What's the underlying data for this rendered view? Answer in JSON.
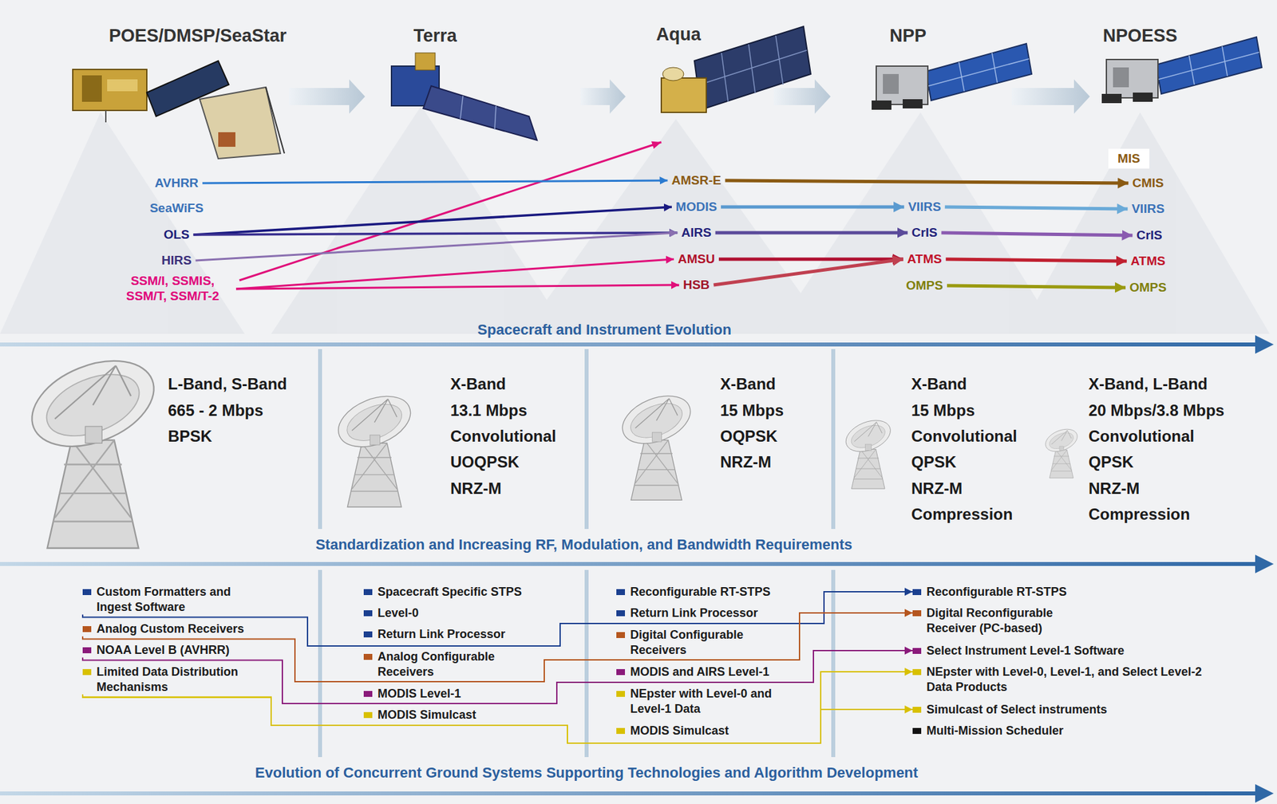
{
  "diagram": {
    "nodes": [
      {
        "text": [
          "AVHRR"
        ]
      },
      {
        "text": [
          "SeaWiFS"
        ]
      },
      {
        "text": [
          "OLS"
        ]
      },
      {
        "text": [
          "HIRS"
        ]
      },
      {
        "text": [
          "SSM/I, SSMIS, SSM/T, SSM/T-2"
        ]
      },
      {
        "text": [
          "AMSR-E"
        ]
      },
      {
        "text": [
          "MODIS"
        ]
      },
      {
        "text": [
          "AIRS"
        ]
      },
      {
        "text": [
          "AMSU"
        ]
      },
      {
        "text": [
          "HSB"
        ]
      },
      {
        "text": [
          "VIIRS"
        ]
      },
      {
        "text": [
          "CrIS"
        ]
      },
      {
        "text": [
          "ATMS"
        ]
      },
      {
        "text": [
          "OMPS"
        ]
      },
      {
        "text": [
          "MIS"
        ]
      },
      {
        "text": [
          "CMIS"
        ]
      },
      {
        "text": [
          "VIIRS"
        ]
      },
      {
        "text": [
          "CrIS"
        ]
      },
      {
        "text": [
          "ATMS"
        ]
      },
      {
        "text": [
          "OMPS"
        ]
      },
      {
        "text": [
          "Custom Formatters and Ingest Software"
        ]
      },
      {
        "text": [
          "Analog Custom Receivers"
        ]
      },
      {
        "text": [
          "NOAA Level B (AVHRR)"
        ]
      },
      {
        "text": [
          "Limited Data Distribution Mechanisms"
        ]
      },
      {
        "text": [
          "Spacecraft Specific STPS"
        ]
      },
      {
        "text": [
          "Level-0"
        ]
      },
      {
        "text": [
          "Return Link Processor"
        ]
      },
      {
        "text": [
          "Analog Configurable Receivers"
        ]
      },
      {
        "text": [
          "MODIS Level-1"
        ]
      },
      {
        "text": [
          "MODIS Simulcast"
        ]
      },
      {
        "text": [
          "Reconfigurable RT-STPS"
        ]
      },
      {
        "text": [
          "Return Link Processor"
        ]
      },
      {
        "text": [
          "Digital Configurable Receivers"
        ]
      },
      {
        "text": [
          "MODIS and AIRS Level-1"
        ]
      },
      {
        "text": [
          "NEpster with Level-0 and Level-1 Data"
        ]
      },
      {
        "text": [
          "MODIS Simulcast"
        ]
      },
      {
        "text": [
          "Reconfigurable RT-STPS"
        ]
      },
      {
        "text": [
          "Digital Reconfigurable Receiver (PC-based)"
        ]
      },
      {
        "text": [
          "Select Instrument Level-1 Software"
        ]
      },
      {
        "text": [
          "NEpster with Level-0, Level-1, and Select Level-2 Data Products"
        ]
      },
      {
        "text": [
          "Simulcast of Select instruments"
        ]
      },
      {
        "text": [
          "Multi-Mission Scheduler"
        ]
      }
    ],
    "edges": [
      {
        "from": 0,
        "to": 5,
        "arrow": "to"
      },
      {
        "from": 2,
        "to": 6,
        "arrow": "to"
      },
      {
        "from": 2,
        "to": 7,
        "arrow": "to"
      },
      {
        "from": 3,
        "to": 7,
        "arrow": "to"
      },
      {
        "from": 4,
        "to": 8,
        "arrow": "to"
      },
      {
        "from": 4,
        "to": 9,
        "arrow": "to"
      },
      {
        "from": 5,
        "to": 15,
        "arrow": "to"
      },
      {
        "from": 6,
        "to": 10,
        "arrow": "to"
      },
      {
        "from": 7,
        "to": 11,
        "arrow": "to"
      },
      {
        "from": 8,
        "to": 12,
        "arrow": "to"
      },
      {
        "from": 9,
        "to": 12,
        "arrow": "to"
      },
      {
        "from": 10,
        "to": 16,
        "arrow": "to"
      },
      {
        "from": 11,
        "to": 17,
        "arrow": "to"
      },
      {
        "from": 12,
        "to": 18,
        "arrow": "to"
      },
      {
        "from": 13,
        "to": 19,
        "arrow": "to"
      },
      {
        "from": 20,
        "to": 36,
        "arrow": "to"
      },
      {
        "from": 21,
        "to": 37,
        "arrow": "to"
      },
      {
        "from": 22,
        "to": 38,
        "arrow": "to"
      },
      {
        "from": 23,
        "to": 39,
        "arrow": "to"
      },
      {
        "from": 23,
        "to": 40,
        "arrow": "to"
      }
    ],
    "labels": [
      "POES/DMSP/SeaStar",
      "Terra",
      "Aqua",
      "NPP",
      "NPOESS",
      "Spacecraft and Instrument Evolution",
      "L-Band, S-Band",
      "665 - 2 Mbps",
      "BPSK",
      "X-Band",
      "13.1 Mbps",
      "Convolutional",
      "UOQPSK",
      "NRZ-M",
      "X-Band",
      "15 Mbps",
      "OQPSK",
      "NRZ-M",
      "X-Band",
      "15 Mbps",
      "Convolutional",
      "QPSK",
      "NRZ-M",
      "Compression",
      "X-Band, L-Band",
      "20 Mbps/3.8 Mbps",
      "Convolutional",
      "QPSK",
      "NRZ-M",
      "Compression",
      "Standardization and Increasing RF, Modulation, and Bandwidth Requirements",
      "Evolution of Concurrent Ground Systems Supporting Technologies and Algorithm Development"
    ]
  }
}
